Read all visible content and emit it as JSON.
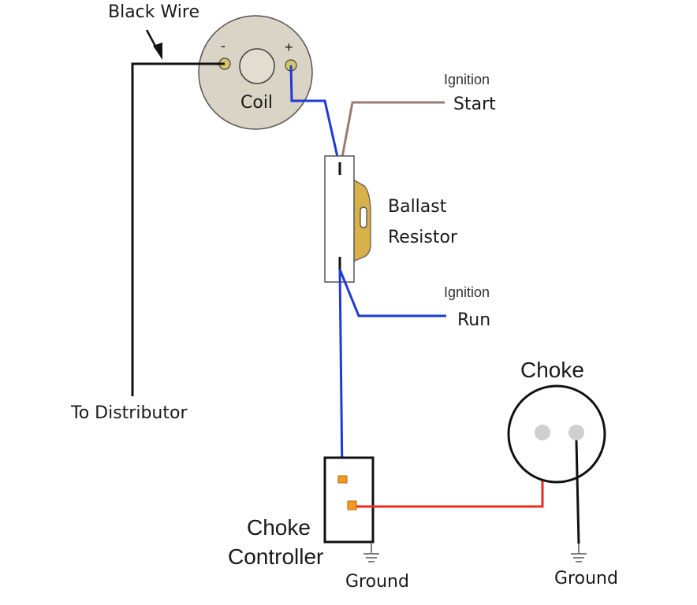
{
  "labels": {
    "black_wire": "Black Wire",
    "coil": "Coil",
    "coil_minus": "-",
    "coil_plus": "+",
    "ignition_start_top": "Ignition",
    "ignition_start": "Start",
    "ballast": "Ballast",
    "resistor": "Resistor",
    "ignition_run_top": "Ignition",
    "ignition_run": "Run",
    "to_distributor": "To Distributor",
    "choke": "Choke",
    "choke_controller_1": "Choke",
    "choke_controller_2": "Controller",
    "ground_left": "Ground",
    "ground_right": "Ground"
  },
  "colors": {
    "black_wire": "#111111",
    "blue_wire": "#1f3ad6",
    "brown_wire": "#9a7b72",
    "red_wire": "#ee2a1c",
    "coil_body": "#d9d4c5",
    "coil_terminal": "#d4c86a",
    "resistor_bracket": "#d7b14a",
    "controller_terminal": "#f39a1e",
    "choke_terminal": "#cfcfcf"
  }
}
